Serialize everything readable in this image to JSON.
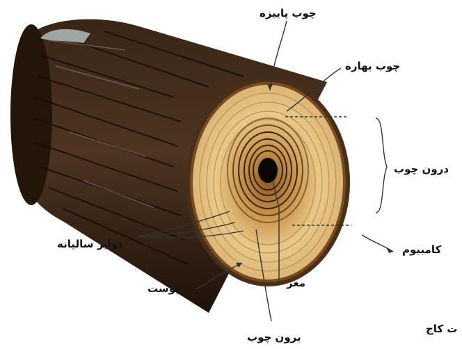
{
  "labels": {
    "latewood": "چوب پاییزه",
    "earlywood": "چوب بهاره",
    "heartwood": "درون چوب",
    "annual_rings": "دوایر سالیانه",
    "cambium": "کامبیوم",
    "pith": "مغز",
    "bark": "پوست",
    "sapwood": "برون چوب",
    "edge_fragment": "ت کاج"
  },
  "colors": {
    "bark_dark": "#2a1a10",
    "bark_mid": "#4a3220",
    "bark_highlight": "#8a7a6a",
    "sapwood": "#e8c98a",
    "heartwood_ring": "#b07a35",
    "pith": "#0a0604",
    "leader_line": "#333333"
  }
}
